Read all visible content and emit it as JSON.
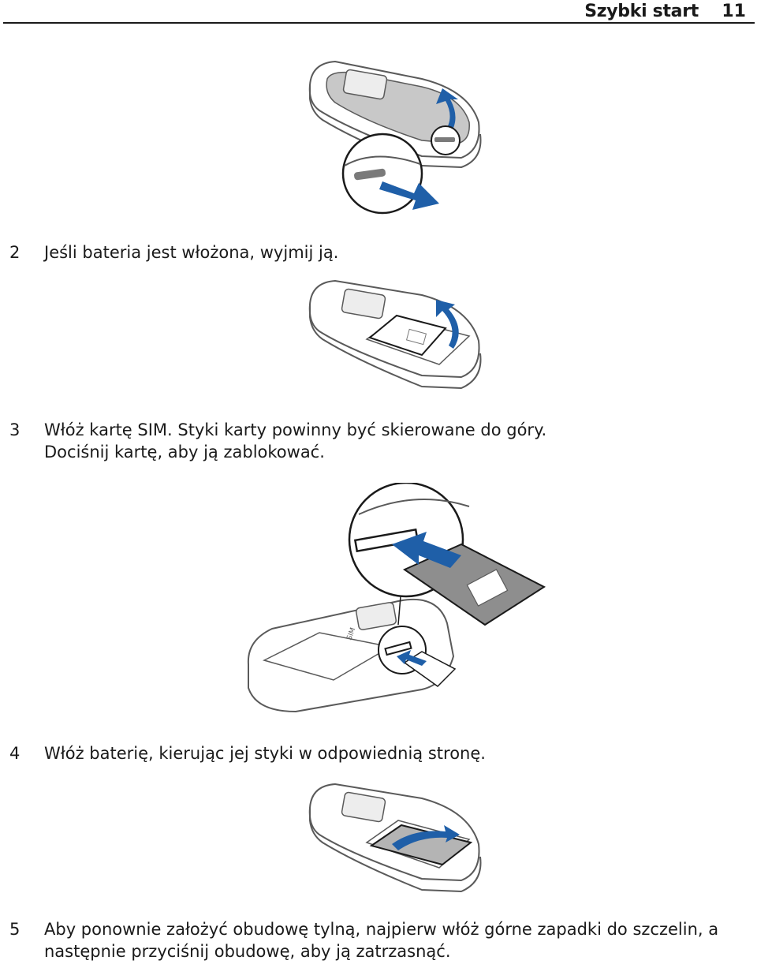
{
  "header": {
    "section": "Szybki start",
    "page_number": "11"
  },
  "colors": {
    "line": "#5a5a5a",
    "panel": "#c8c8c8",
    "accent_blue": "#1f5fa8",
    "sim": "#8e8e8e"
  },
  "steps": [
    {
      "number": "2",
      "text": "Jeśli bateria jest włożona, wyjmij ją."
    },
    {
      "number": "3",
      "text": "Włóż kartę SIM. Styki karty powinny być skierowane do góry. Dociśnij kartę, aby ją zablokować."
    },
    {
      "number": "4",
      "text": "Włóż baterię, kierując jej styki w odpowiednią stronę."
    },
    {
      "number": "5",
      "text": "Aby ponownie założyć obudowę tylną, najpierw włóż górne zapadki do szczelin, a następnie przyciśnij obudowę, aby ją zatrzasnąć."
    }
  ],
  "illustrations": [
    {
      "name": "remove-back-cover",
      "icon": "phone-back-cover-removal"
    },
    {
      "name": "remove-battery",
      "icon": "phone-battery-removal"
    },
    {
      "name": "insert-sim",
      "icon": "phone-sim-insertion"
    },
    {
      "name": "insert-battery",
      "icon": "phone-battery-insertion"
    }
  ]
}
